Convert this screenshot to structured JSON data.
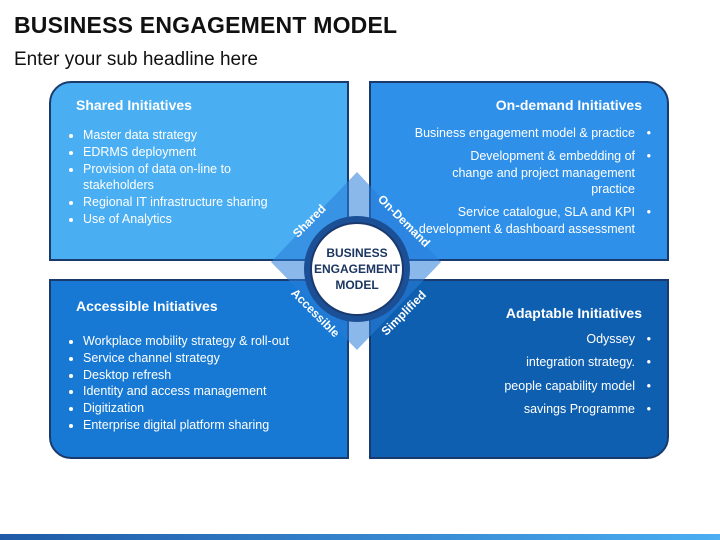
{
  "header": {
    "title": "BUSINESS ENGAGEMENT MODEL",
    "subtitle": "Enter your sub headline here"
  },
  "quadrants": {
    "shared": {
      "title": "Shared Initiatives",
      "items": [
        "Master data strategy",
        "EDRMS deployment",
        "Provision of data on-line to stakeholders",
        "Regional IT infrastructure sharing",
        "Use of Analytics"
      ]
    },
    "on_demand": {
      "title": "On-demand Initiatives",
      "items": [
        "Business engagement model & practice",
        "Development & embedding of change and project management practice",
        "Service catalogue, SLA and KPI development & dashboard assessment"
      ]
    },
    "accessible": {
      "title": "Accessible Initiatives",
      "items": [
        "Workplace mobility strategy & roll-out",
        "Service channel strategy",
        "Desktop refresh",
        "Identity and access management",
        "Digitization",
        "Enterprise digital platform sharing"
      ]
    },
    "adaptable": {
      "title": "Adaptable Initiatives",
      "items": [
        "Odyssey",
        "integration strategy.",
        "people capability model",
        "savings Programme"
      ]
    }
  },
  "center": {
    "line1": "BUSINESS",
    "line2": "ENGAGEMENT",
    "line3": "MODEL"
  },
  "diagonal_labels": {
    "shared": "Shared",
    "on_demand": "On-Demand",
    "accessible": "Accessible",
    "simplified": "Simplified"
  },
  "colors": {
    "q1": "#4aaef3",
    "q2": "#2f90ea",
    "q3": "#1779d3",
    "q4": "#0f5fb0",
    "border": "#1a3a6e",
    "center_ring": "#1b4f96"
  }
}
